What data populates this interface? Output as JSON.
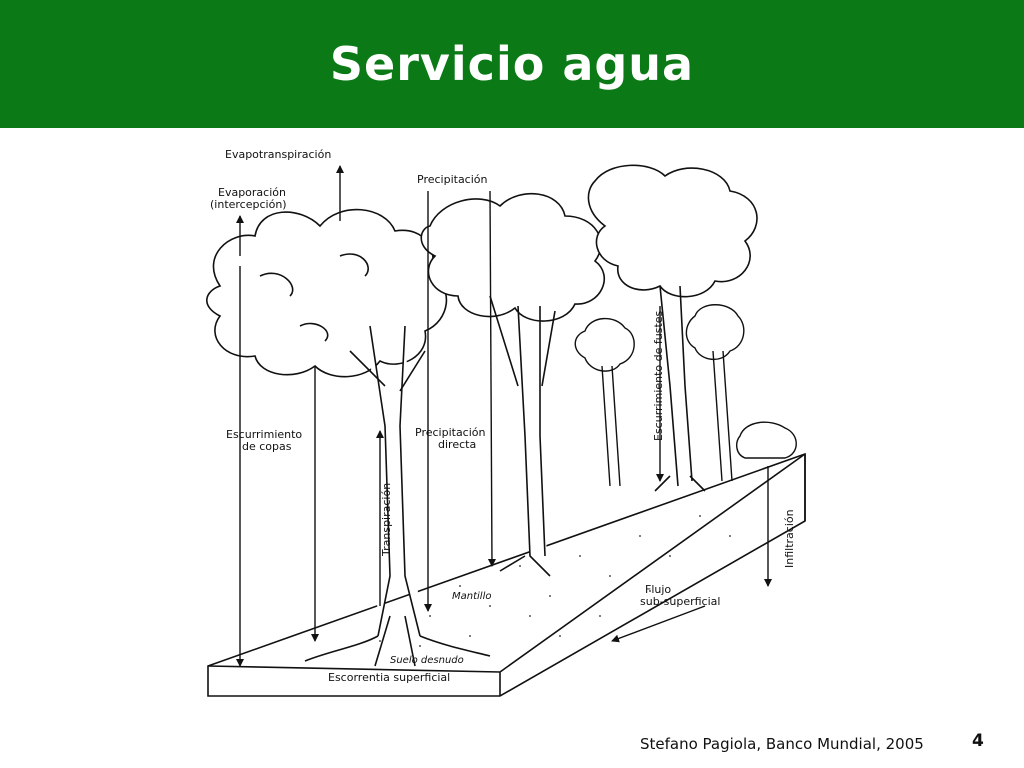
{
  "slide": {
    "title": "Servicio agua",
    "footer": "Stefano Pagiola, Banco Mundial, 2005",
    "page_number": "4"
  },
  "diagram": {
    "labels": {
      "evapotranspiracion": "Evapotranspiración",
      "evaporacion_line1": "Evaporación",
      "evaporacion_line2": "(intercepción)",
      "precipitacion": "Precipitación",
      "escurrimiento_copas_line1": "Escurrimiento",
      "escurrimiento_copas_line2": "de copas",
      "precipitacion_directa_line1": "Precipitación",
      "precipitacion_directa_line2": "directa",
      "transpiracion": "Transpiración",
      "escurrimiento_fustes": "Escurrimiento de fustes",
      "infiltracion": "Infiltración",
      "mantillo": "Mantillo",
      "flujo_line1": "Flujo",
      "flujo_line2": "sub-superficial",
      "suelo_desnudo": "Suelo desnudo",
      "escorrentia": "Escorrentia superficial"
    }
  }
}
